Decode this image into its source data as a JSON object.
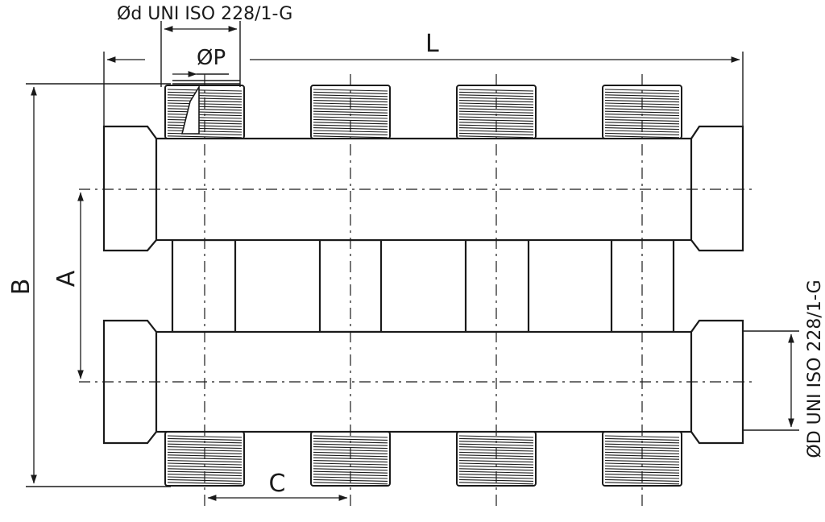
{
  "labels": {
    "thread_small": "Ød UNI ISO 228/1-G",
    "thread_large": "ØD UNI ISO 228/1-G",
    "diameter_p": "ØP",
    "length": "L",
    "height": "B",
    "axis_distance": "A",
    "outlet_spacing": "C"
  },
  "outlets": {
    "top_count": 4,
    "bottom_count": 4
  },
  "colors": {
    "stroke": "#1a1a1a",
    "background": "#ffffff"
  }
}
